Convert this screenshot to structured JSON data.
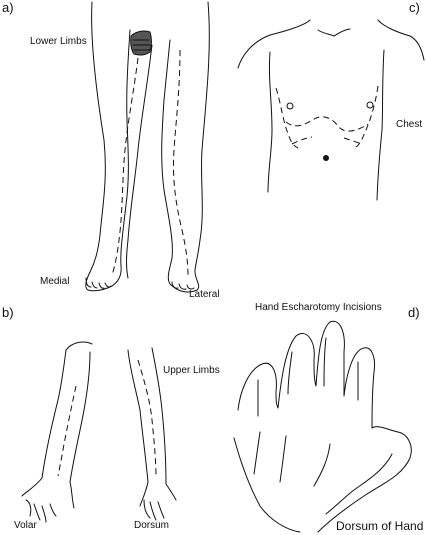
{
  "panels": {
    "a": {
      "letter": "a)",
      "title": "Lower Limbs",
      "label_left": "Medial",
      "label_right": "Lateral"
    },
    "b": {
      "letter": "b)",
      "title": "Upper Limbs",
      "label_left": "Volar",
      "label_right": "Dorsum"
    },
    "c": {
      "letter": "c)",
      "title": "Chest"
    },
    "d": {
      "letter": "d)",
      "title": "Hand Escharotomy Incisions",
      "label": "Dorsum of Hand"
    }
  },
  "colors": {
    "ink": "#111111",
    "groin_shading": "#555555",
    "background": "#ffffff"
  }
}
